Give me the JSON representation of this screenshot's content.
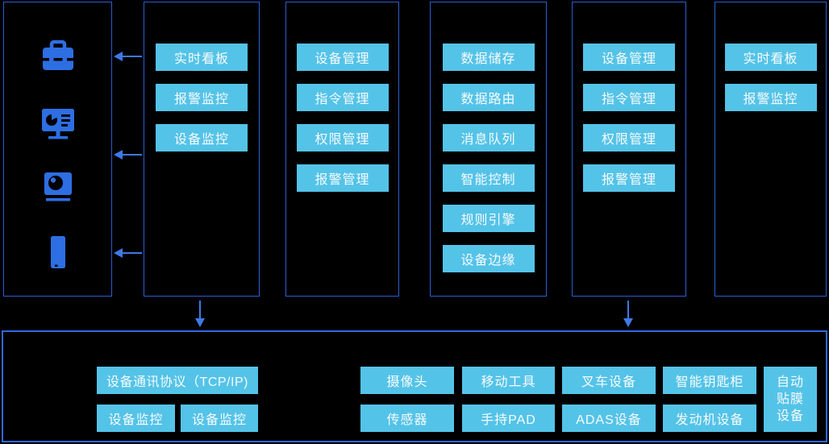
{
  "diagram": {
    "columns": [
      {
        "name": "terminal-panel",
        "icons": [
          "briefcase-icon",
          "monitor-chart-icon",
          "camera-icon",
          "smartphone-icon"
        ]
      },
      {
        "name": "application-panel",
        "items": [
          "实时看板",
          "报警监控",
          "设备监控"
        ]
      },
      {
        "name": "management-panel-left",
        "items": [
          "设备管理",
          "指令管理",
          "权限管理",
          "报警管理"
        ]
      },
      {
        "name": "core-service-panel",
        "items": [
          "数据储存",
          "数据路由",
          "消息队列",
          "智能控制",
          "规则引擎",
          "设备边缘"
        ]
      },
      {
        "name": "management-panel-right",
        "items": [
          "设备管理",
          "指令管理",
          "权限管理",
          "报警管理"
        ]
      },
      {
        "name": "monitoring-panel",
        "items": [
          "实时看板",
          "报警监控"
        ]
      }
    ],
    "access_layer": {
      "protocol_label": "设备通讯协议（TCP/IP)",
      "monitor_labels": [
        "设备监控",
        "设备监控"
      ],
      "device_row1": [
        "摄像头",
        "移动工具",
        "叉车设备",
        "智能钥匙柜"
      ],
      "device_row2": [
        "传感器",
        "手持PAD",
        "ADAS设备",
        "发动机设备"
      ],
      "tall_device_label": "自动贴膜设备"
    },
    "colors": {
      "background": "#000000",
      "panel_border": "#2A5ED2",
      "node_background": "#54C3E8",
      "node_text": "#F7FBFD",
      "arrow": "#3E79E8",
      "icon": "#2E6EE3"
    }
  }
}
